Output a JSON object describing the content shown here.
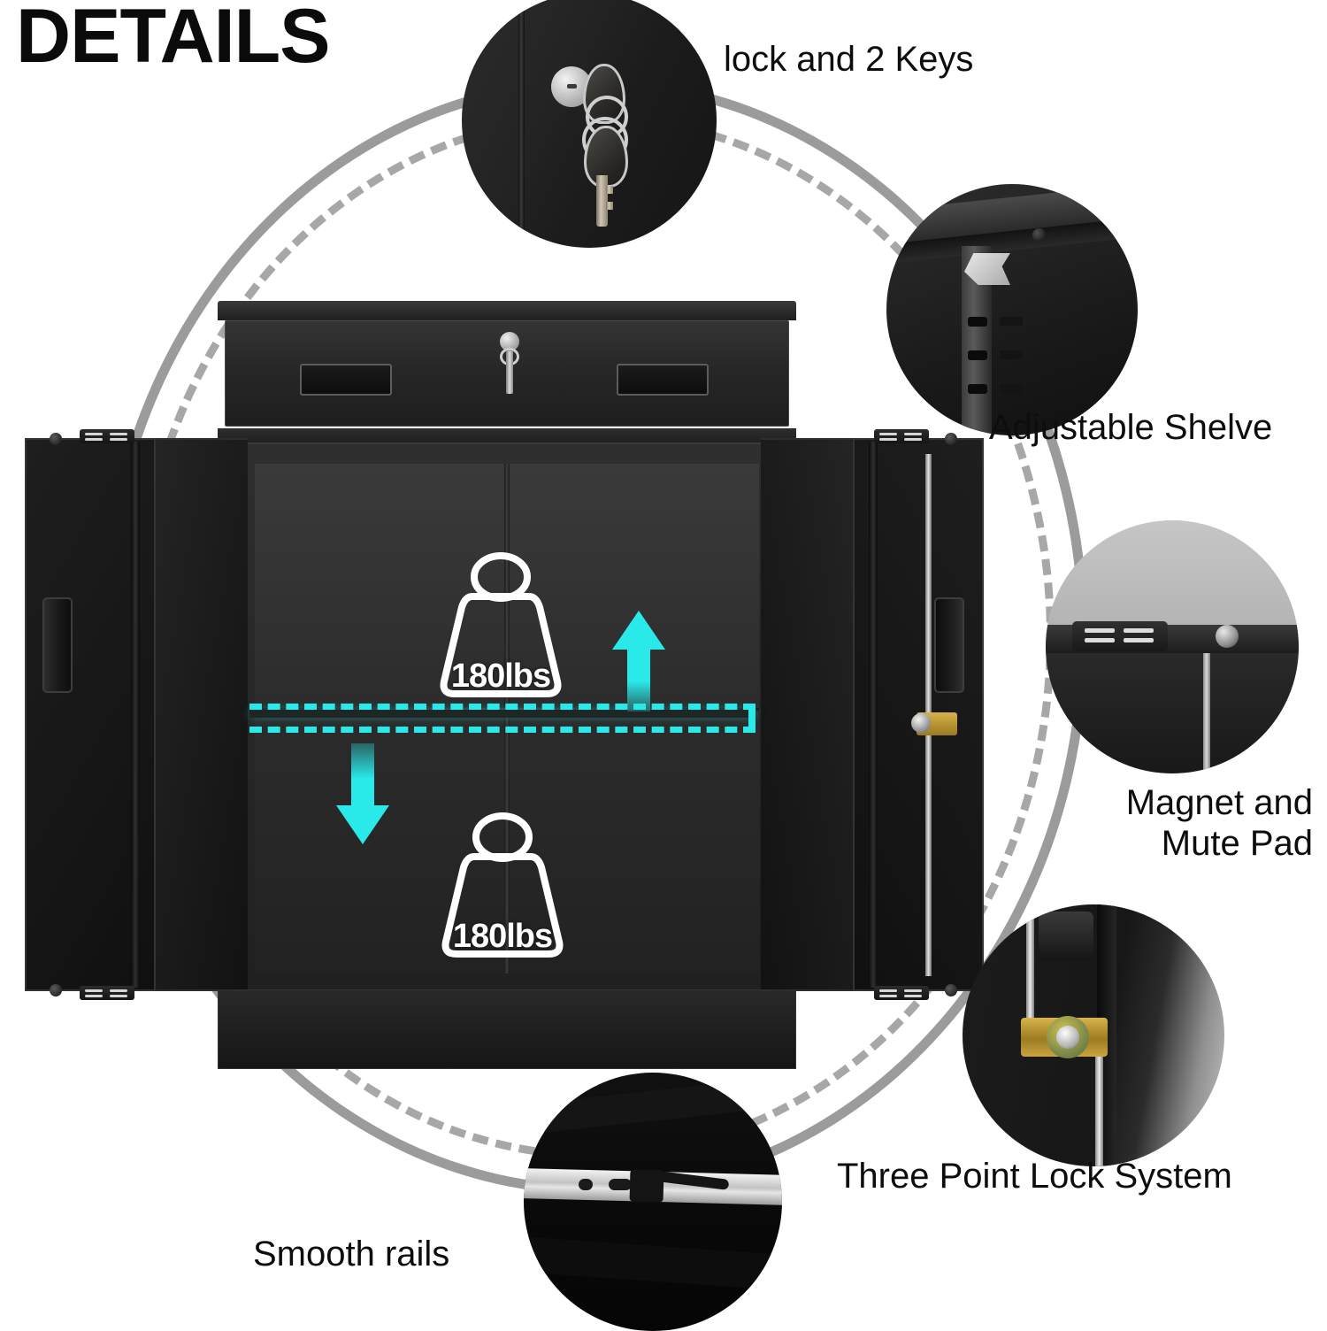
{
  "page": {
    "title": "DETAILS",
    "background": "#ffffff",
    "accent_cyan": "#2ae9e9",
    "guide_circle_color": "#9b9b9b"
  },
  "callouts": [
    {
      "id": "lock-keys",
      "label": "lock and 2 Keys",
      "icon": "lock-and-keys-icon",
      "description_position": "top-right"
    },
    {
      "id": "shelf",
      "label": "Adjustable Shelve",
      "icon": "shelf-bracket-icon",
      "description_position": "right"
    },
    {
      "id": "magnet",
      "label_line1": "Magnet and",
      "label_line2": "Mute Pad",
      "icon": "magnet-mute-pad-icon",
      "description_position": "right"
    },
    {
      "id": "threepoint",
      "label": "Three Point Lock System",
      "icon": "three-point-lock-icon",
      "description_position": "bottom-right"
    },
    {
      "id": "rails",
      "label": "Smooth rails",
      "icon": "drawer-slide-rail-icon",
      "description_position": "bottom-left"
    }
  ],
  "capacity": {
    "shelf_top_label": "180lbs",
    "shelf_bottom_label": "180lbs",
    "arrow_up": "arrow-up-icon",
    "arrow_down": "arrow-down-icon",
    "shelf_marker": "adjustable-shelf-line"
  },
  "product": {
    "name": "metal-storage-cabinet",
    "drawer": "lockable-top-drawer",
    "doors": [
      "left-door",
      "right-door"
    ],
    "lock_rod": "vertical-lock-rod",
    "handles": [
      "left-door-handle",
      "right-door-handle",
      "drawer-handle-left",
      "drawer-handle-right"
    ]
  }
}
